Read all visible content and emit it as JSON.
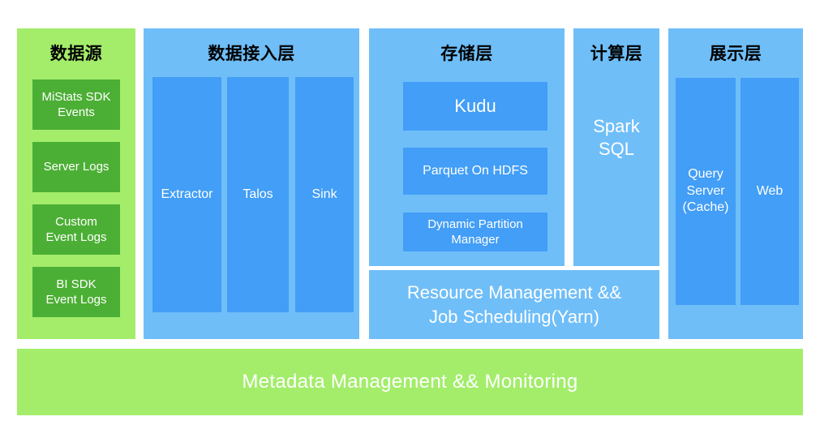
{
  "diagram": {
    "title_visible": false,
    "colors": {
      "green_panel": "#a3ed6b",
      "green_box": "#4caf35",
      "blue_panel": "#6fbef8",
      "blue_box": "#429ef6",
      "text_light": "#ffffff",
      "text_dark": "#000000",
      "background": "#ffffff"
    }
  },
  "data_source": {
    "title": "数据源",
    "items": [
      {
        "label": "MiStats SDK\nEvents"
      },
      {
        "label": "Server Logs"
      },
      {
        "label": "Custom\nEvent Logs"
      },
      {
        "label": "BI SDK\nEvent Logs"
      }
    ]
  },
  "ingestion": {
    "title": "数据接入层",
    "columns": [
      {
        "label": "Extractor"
      },
      {
        "label": "Talos"
      },
      {
        "label": "Sink"
      }
    ]
  },
  "storage": {
    "title": "存储层",
    "items": [
      {
        "label": "Kudu"
      },
      {
        "label": "Parquet On HDFS"
      },
      {
        "label": "Dynamic Partition\nManager"
      }
    ]
  },
  "compute": {
    "title": "计算层",
    "items": [
      {
        "label": "Spark\nSQL"
      }
    ]
  },
  "presentation": {
    "title": "展示层",
    "columns": [
      {
        "label": "Query\nServer\n(Cache)"
      },
      {
        "label": "Web"
      }
    ]
  },
  "resource_bar": {
    "label": "Resource Management &&\nJob Scheduling(Yarn)"
  },
  "bottom_banner": {
    "label": "Metadata Management && Monitoring"
  }
}
